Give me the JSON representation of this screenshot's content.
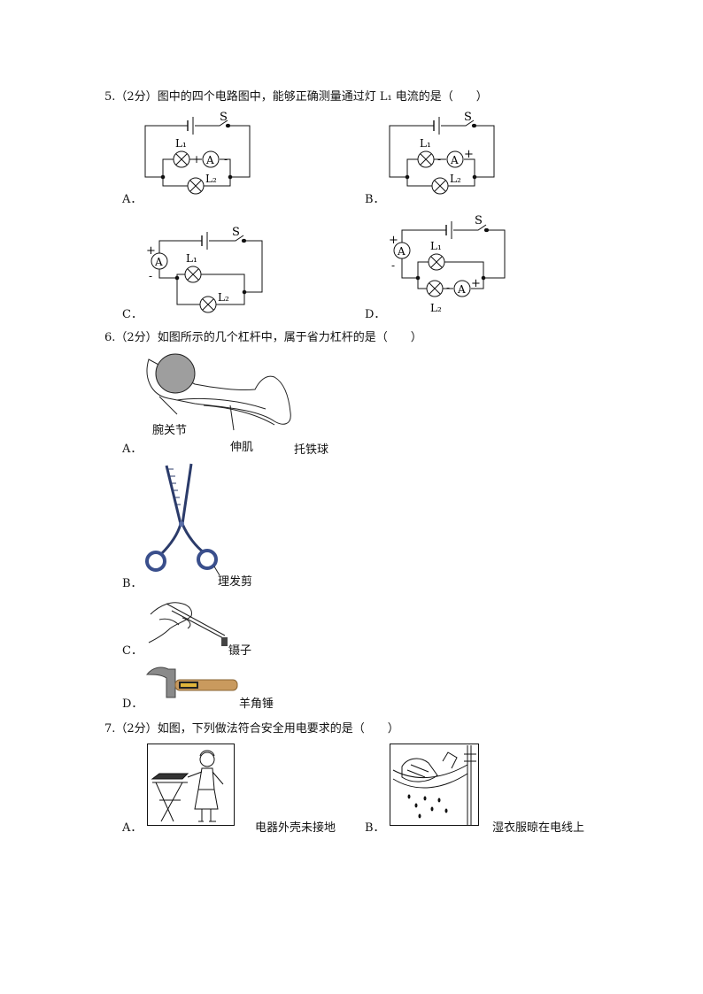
{
  "q5": {
    "number": "5.",
    "points": "（2分）",
    "text": "图中的四个电路图中，能够正确测量通过灯 L₁ 电流的是（　　）",
    "options": [
      {
        "letter": "A．",
        "labels": [
          "S",
          "L₁",
          "A",
          "+",
          "-",
          "L₂"
        ]
      },
      {
        "letter": "B．",
        "labels": [
          "S",
          "L₁",
          "A",
          "-",
          "+",
          "L₂"
        ]
      },
      {
        "letter": "C．",
        "labels": [
          "S",
          "A",
          "+",
          "-",
          "L₁",
          "L₂"
        ]
      },
      {
        "letter": "D．",
        "labels": [
          "S",
          "A",
          "+",
          "-",
          "L₁",
          "A",
          "-",
          "+",
          "L₂"
        ]
      }
    ]
  },
  "q6": {
    "number": "6.",
    "points": "（2分）",
    "text": "如图所示的几个杠杆中，属于省力杠杆的是（　　）",
    "options": [
      {
        "letter": "A．",
        "labels": [
          "腕关节",
          "伸肌",
          "托铁球"
        ]
      },
      {
        "letter": "B．",
        "labels": [
          "理发剪"
        ]
      },
      {
        "letter": "C．",
        "labels": [
          "镊子"
        ]
      },
      {
        "letter": "D．",
        "labels": [
          "羊角锤"
        ]
      }
    ]
  },
  "q7": {
    "number": "7.",
    "points": "（2分）",
    "text": "如图，下列做法符合安全用电要求的是（　　）",
    "options": [
      {
        "letter": "A．",
        "labels": [
          "电器外壳未接地"
        ]
      },
      {
        "letter": "B．",
        "labels": [
          "湿衣服晾在电线上"
        ]
      }
    ]
  }
}
